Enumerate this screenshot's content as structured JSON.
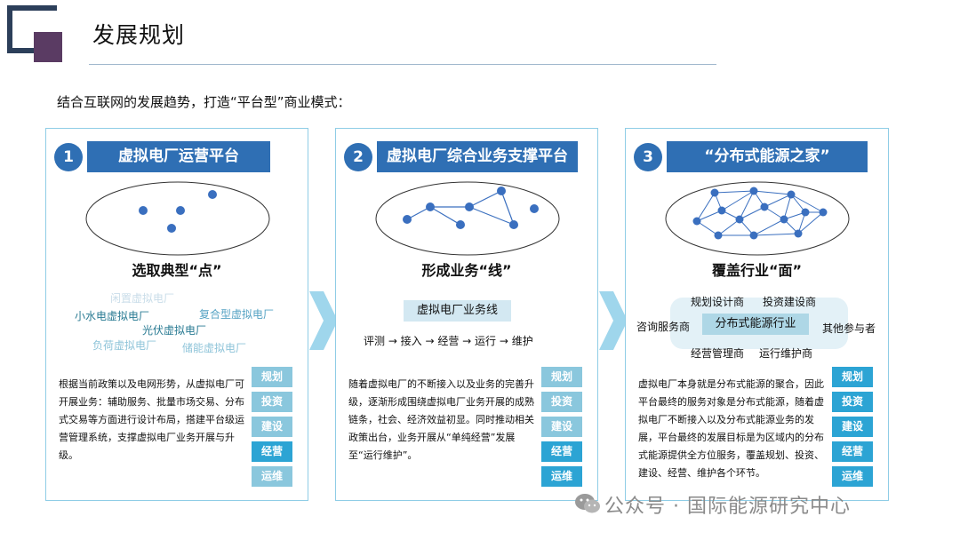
{
  "title": "发展规划",
  "intro": "结合互联网的发展趋势，打造“平台型”商业模式：",
  "side_buttons": [
    "规划",
    "投资",
    "建设",
    "经营",
    "运维"
  ],
  "panels": [
    {
      "number": "1",
      "heading": "虚拟电厂运营平台",
      "subtitle": "选取典型“点”",
      "words": {
        "w1": "闲置虚拟电厂",
        "w2": "小水电虚拟电厂",
        "w3": "复合型虚拟电厂",
        "w4": "光伏虚拟电厂",
        "w5": "负荷虚拟电厂",
        "w6": "储能虚拟电厂"
      },
      "desc": "根据当前政策以及电网形势，从虚拟电厂可开展业务：辅助服务、批量市场交易、分布式交易等方面进行设计布局，搭建平台级运营管理系统，支撑虚拟电厂业务开展与升级。"
    },
    {
      "number": "2",
      "heading": "虚拟电厂综合业务支撑平台",
      "subtitle": "形成业务“线”",
      "bizline": "虚拟电厂业务线",
      "flow": "评测 → 接入 → 经营 → 运行 → 维护",
      "desc": "随着虚拟电厂的不断接入以及业务的完善升级，逐渐形成围绕虚拟电厂业务开展的成熟链条，社会、经济效益初显。同时推动相关政策出台，业务开展从“单纯经营”发展至“运行维护”。"
    },
    {
      "number": "3",
      "heading": "“分布式能源之家”",
      "subtitle": "覆盖行业“面”",
      "center": "分布式能源行业",
      "roles": {
        "r1": "规划设计商",
        "r2": "投资建设商",
        "r3": "咨询服务商",
        "r4": "其他参与者",
        "r5": "经营管理商",
        "r6": "运行维护商"
      },
      "desc": "虚拟电厂本身就是分布式能源的聚合，因此平台最终的服务对象是分布式能源，随着虚拟电厂不断接入以及分布式能源业务的发展，平台最终的发展目标是为区域内的分布式能源提供全方位服务，覆盖规划、投资、建设、经营、维护各个环节。"
    }
  ],
  "watermark": "公众号 · 国际能源研究中心",
  "colors": {
    "accent": "#2f6fb4",
    "panel_border": "#8fcde6",
    "button": "#8ac7dd",
    "button_active": "#2ca4d4"
  }
}
